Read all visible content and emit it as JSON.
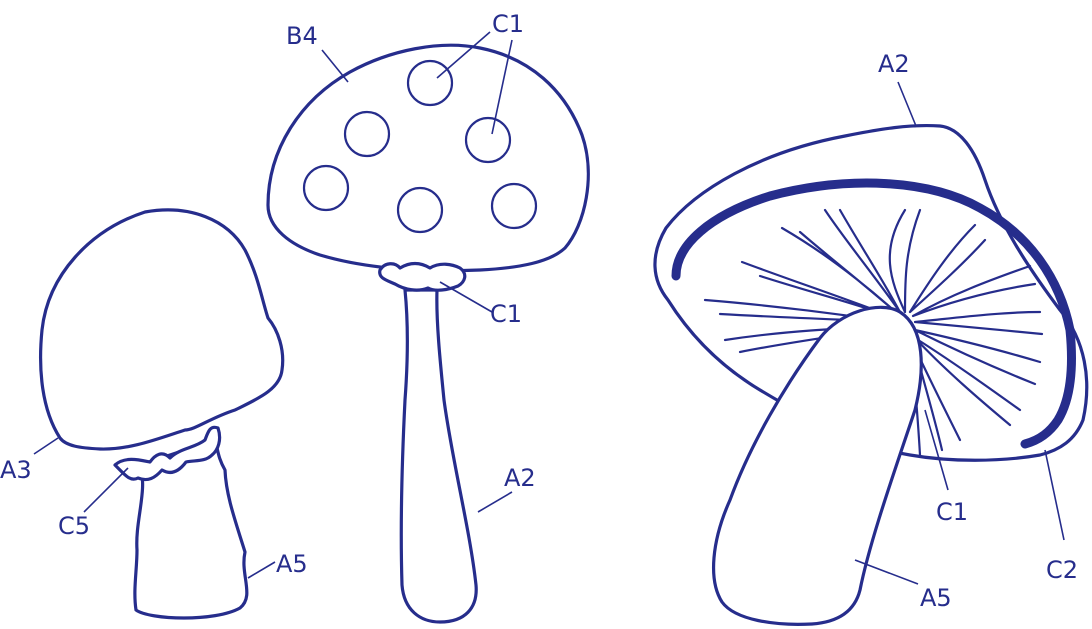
{
  "labels": {
    "b4": "B4",
    "c1_top": "C1",
    "c1_stalk": "C1",
    "a3": "A3",
    "c5": "C5",
    "a5_left": "A5",
    "a2_stalk": "A2",
    "a2_right": "A2",
    "c1_gills": "C1",
    "c2": "C2",
    "a5_right": "A5"
  },
  "colors": {
    "line": "#262d8c",
    "background": "#ffffff"
  }
}
